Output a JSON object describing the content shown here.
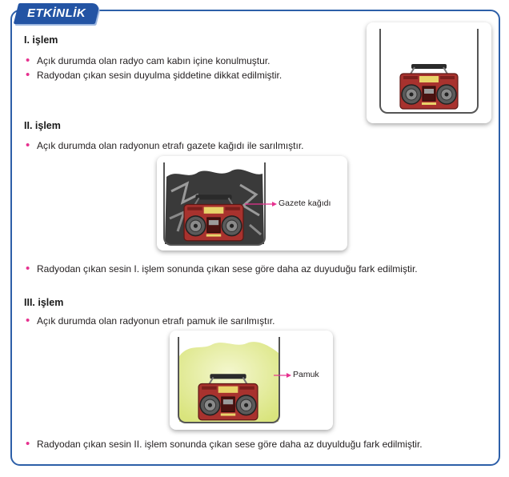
{
  "activity_label": "ETKİNLİK",
  "sections": [
    {
      "title": "I. işlem",
      "items": [
        "Açık durumda olan radyo cam kabın içine konulmuştur.",
        "Radyodan çıkan sesin duyulma şiddetine dikkat edilmiştir."
      ]
    },
    {
      "title": "II. işlem",
      "items": [
        "Açık durumda olan radyonun etrafı gazete kağıdı ile sarılmıştır."
      ],
      "figure_label": "Gazete kağıdı",
      "result": "Radyodan çıkan sesin I. işlem sonunda çıkan sese göre daha az duyuduğu fark edilmiştir."
    },
    {
      "title": "III. işlem",
      "items": [
        "Açık durumda olan radyonun etrafı pamuk ile sarılmıştır."
      ],
      "figure_label": "Pamuk",
      "result": "Radyodan çıkan sesin II. işlem sonunda çıkan sese göre daha az duyulduğu fark edilmiştir."
    }
  ],
  "colors": {
    "frame": "#2d5fa8",
    "tab": "#2354a4",
    "bullet": "#e6318f",
    "radio_body": "#a8322e",
    "cotton": "#e3ec9a",
    "newspaper": "#3a3a3a"
  }
}
